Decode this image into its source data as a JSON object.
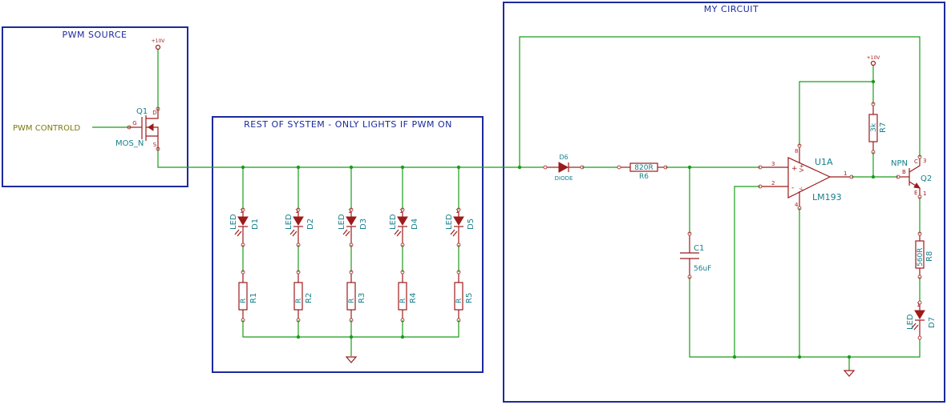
{
  "frames": {
    "pwm_source": "PWM SOURCE",
    "rest_of_system": "REST OF SYSTEM - ONLY LIGHTS IF PWM ON",
    "my_circuit": "MY CIRCUIT"
  },
  "net_label": "PWM CONTROLD",
  "power": {
    "pwm_supply": "+10V",
    "my_supply": "+10V"
  },
  "mosfet": {
    "ref": "Q1",
    "value": "MOS_N",
    "pin_d": "D",
    "pin_g": "G",
    "pin_s": "S"
  },
  "leds": [
    {
      "ref": "D1",
      "value": "LED"
    },
    {
      "ref": "D2",
      "value": "LED"
    },
    {
      "ref": "D3",
      "value": "LED"
    },
    {
      "ref": "D4",
      "value": "LED"
    },
    {
      "ref": "D5",
      "value": "LED"
    }
  ],
  "resistors": [
    {
      "ref": "R1",
      "value": "R"
    },
    {
      "ref": "R2",
      "value": "R"
    },
    {
      "ref": "R3",
      "value": "R"
    },
    {
      "ref": "R4",
      "value": "R"
    },
    {
      "ref": "R5",
      "value": "R"
    }
  ],
  "diode": {
    "ref": "D6",
    "value": "DIODE"
  },
  "r6": {
    "ref": "R6",
    "value": "820R"
  },
  "c1": {
    "ref": "C1",
    "value": "56uF"
  },
  "opamp": {
    "ref": "U1A",
    "value": "LM193",
    "pin_plus": "+",
    "pin_minus": "-",
    "pin_vplus": "V+",
    "pin_vminus": "V-"
  },
  "r7": {
    "ref": "R7",
    "value": "3k"
  },
  "npn": {
    "ref": "Q2",
    "value": "NPN",
    "pin_b": "B",
    "pin_c": "C",
    "pin_e": "E"
  },
  "r8": {
    "ref": "R8",
    "value": "560R"
  },
  "d7": {
    "ref": "D7",
    "value": "LED"
  },
  "pins": {
    "one": "1",
    "two": "2",
    "three": "3",
    "four": "4",
    "eight": "8"
  }
}
